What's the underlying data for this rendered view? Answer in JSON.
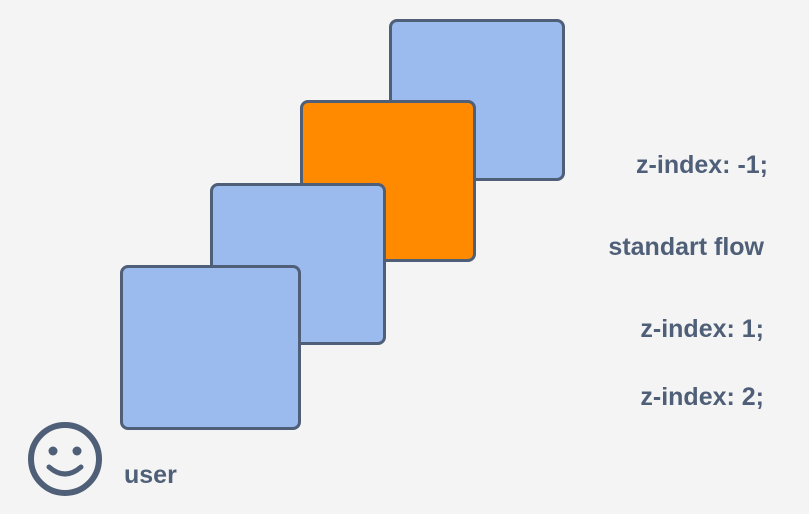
{
  "colors": {
    "box_fill": "#9bbaee",
    "highlight_fill": "#ff8a00",
    "stroke": "#4f5f78",
    "background": "#f4f4f4"
  },
  "layers": [
    {
      "key": "neg1",
      "label": "z-index: -1;",
      "color": "#9bbaee"
    },
    {
      "key": "flow",
      "label": "standart flow",
      "color": "#ff8a00"
    },
    {
      "key": "z1",
      "label": "z-index: 1;",
      "color": "#9bbaee"
    },
    {
      "key": "z2",
      "label": "z-index: 2;",
      "color": "#9bbaee"
    }
  ],
  "user": {
    "icon": "smiley-face-icon",
    "label": "user"
  }
}
